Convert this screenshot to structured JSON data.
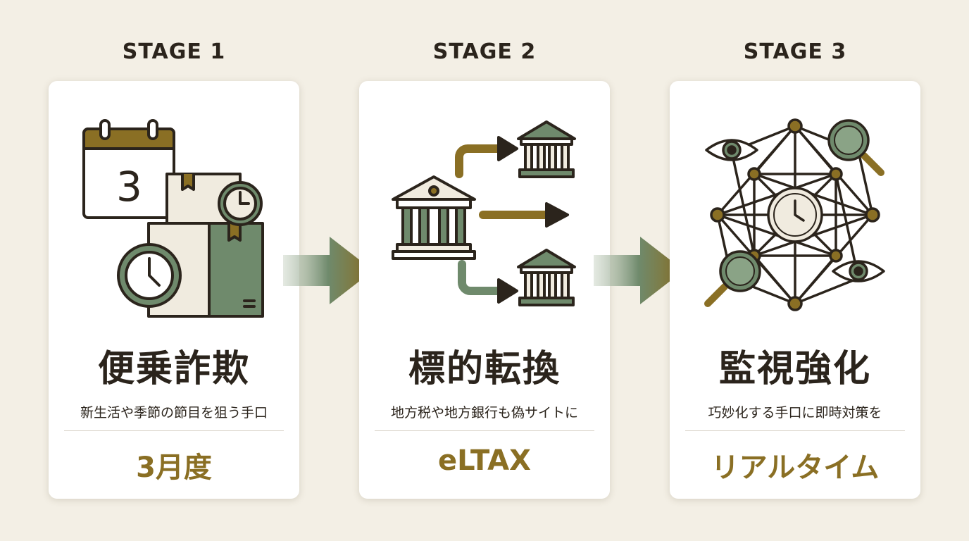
{
  "stages": [
    {
      "label": "STAGE 1",
      "title": "便乗詐欺",
      "description": "新生活や季節の節目を狙う手口",
      "keyword": "3月度",
      "calendar_number": "3"
    },
    {
      "label": "STAGE 2",
      "title": "標的転換",
      "description": "地方税や地方銀行も偽サイトに",
      "keyword": "eLTAX"
    },
    {
      "label": "STAGE 3",
      "title": "監視強化",
      "description": "巧妙化する手口に即時対策を",
      "keyword": "リアルタイム"
    }
  ],
  "colors": {
    "background": "#f3efe5",
    "card": "#ffffff",
    "gold": "#8a6f24",
    "sage": "#6f8a6c",
    "cream": "#f0ebdf",
    "ink": "#2b241c"
  }
}
